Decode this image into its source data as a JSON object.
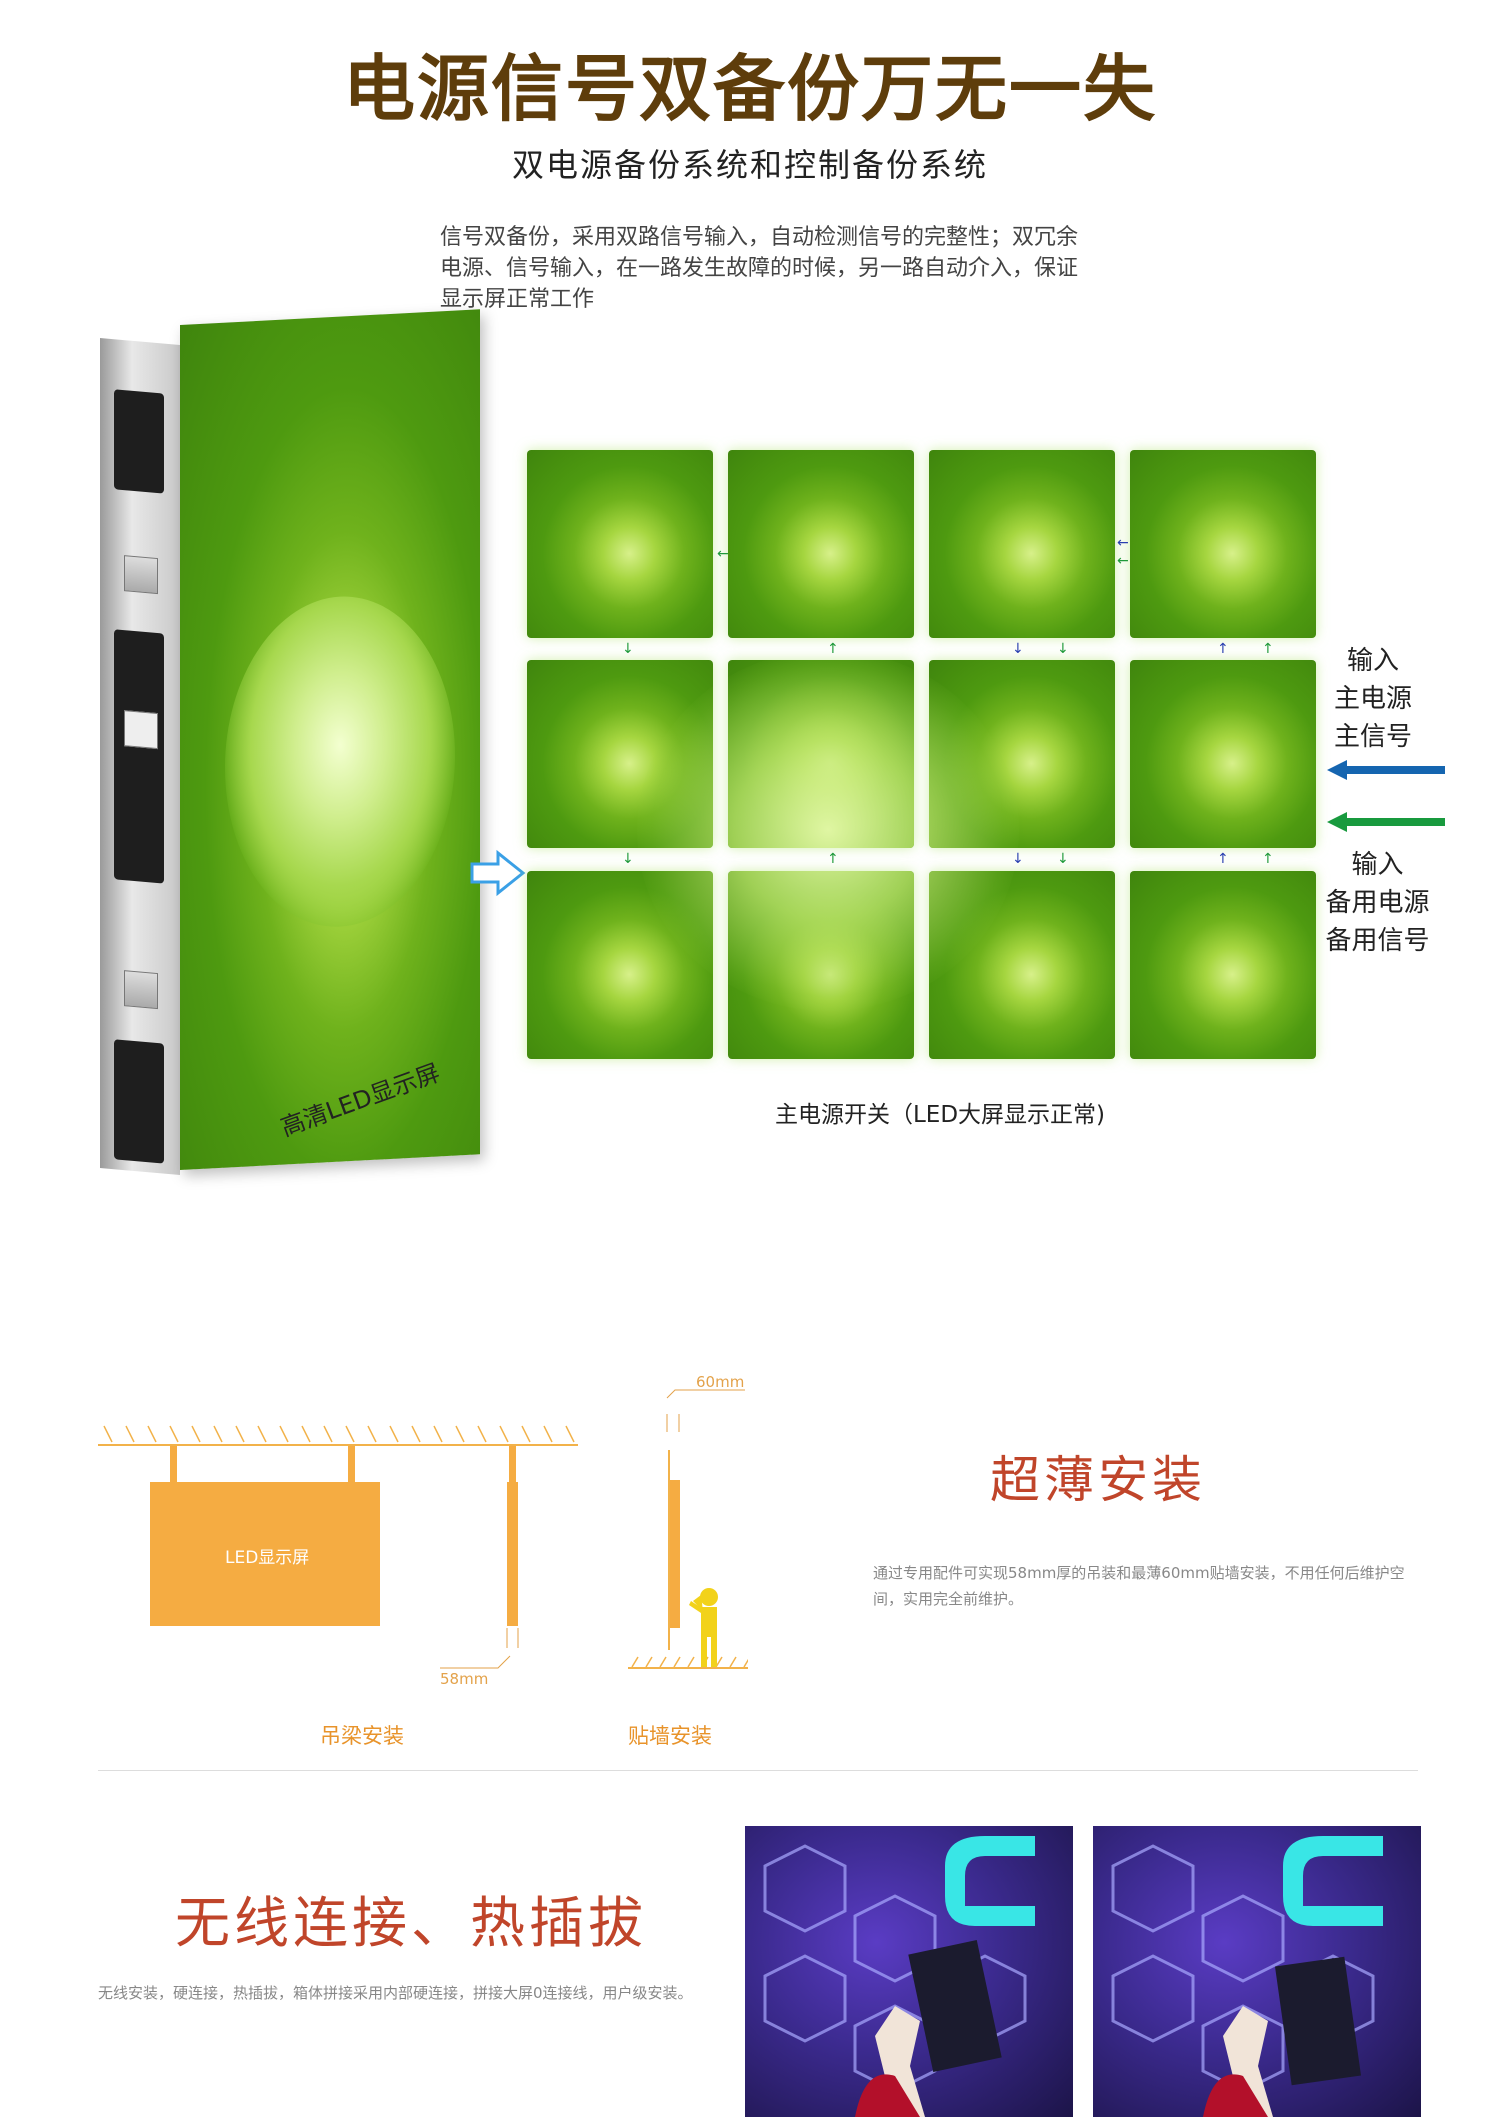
{
  "section1": {
    "title": "电源信号双备份万无一失",
    "subtitle": "双电源备份系统和控制备份系统",
    "description": "信号双备份，采用双路信号输入，自动检测信号的完整性；双冗余电源、信号输入，在一路发生故障的时候，另一路自动介入，保证显示屏正常工作",
    "cabinet_label": "高清LED显示屏",
    "grid_caption": "主电源开关（LED大屏显示正常)",
    "input_main": [
      "输入",
      "主电源",
      "主信号"
    ],
    "input_backup": [
      "输入",
      "备用电源",
      "备用信号"
    ],
    "colors": {
      "title": "#5e3d0b",
      "main_arrow": "#1565b0",
      "backup_arrow": "#189a3e"
    }
  },
  "section2": {
    "dim_60": "60mm",
    "dim_58": "58mm",
    "led_label": "LED显示屏",
    "caption_hanging": "吊梁安装",
    "caption_wall": "贴墙安装",
    "title": "超薄安装",
    "description": "通过专用配件可实现58mm厚的吊装和最薄60mm贴墙安装，不用任何后维护空间，实用完全前维护。",
    "colors": {
      "orange": "#f5ac42",
      "title_red": "#c0452a"
    }
  },
  "section3": {
    "title": "无线连接、热插拔",
    "description": "无线安装，硬连接，热插拔，箱体拼接采用内部硬连接，拼接大屏0连接线，用户级安装。"
  }
}
